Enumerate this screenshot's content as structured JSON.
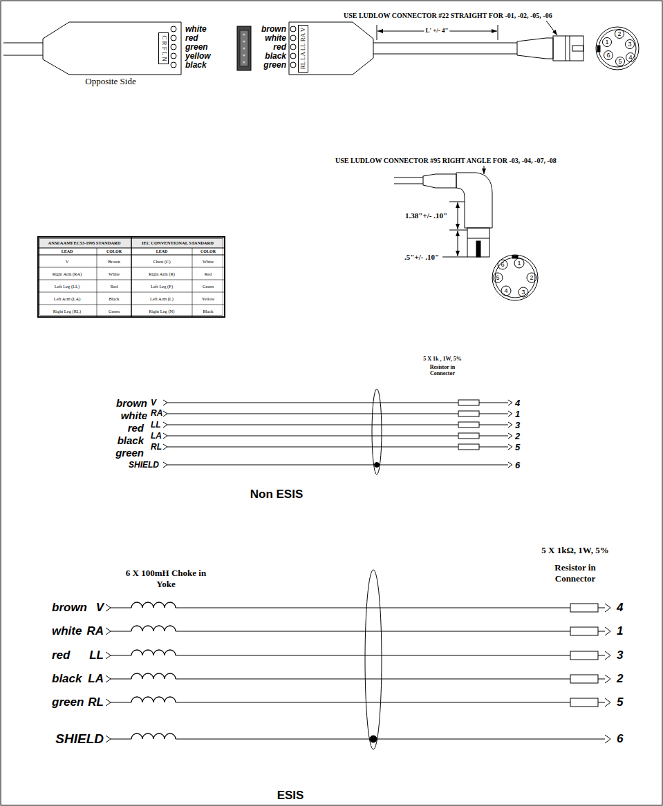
{
  "diagram": {
    "nodes": [
      {
        "text": [
          "C R F L N"
        ]
      },
      {
        "text": [
          "RL LA LL RA V"
        ]
      }
    ],
    "labels": [
      "USE LUDLOW CONNECTOR #22 STRAIGHT FOR -01, -02, -05, -06",
      "white",
      "red",
      "green",
      "yellow",
      "black",
      "Opposite Side",
      "brown",
      "white",
      "red",
      "black",
      "green",
      "L' +/- 4\"",
      "1",
      "2",
      "3",
      "4",
      "5",
      "6",
      "USE LUDLOW CONNECTOR #95 RIGHT ANGLE FOR -03, -04, -07, -08",
      "1.38\"+/- .10\"",
      ".5\"+/- .10\"",
      "1",
      "2",
      "3",
      "4",
      "5",
      "6",
      "ANSI/AAMI EC53-1995 STANDARD",
      "IEC CONVENTIONAL STANDARD",
      "LEAD",
      "COLOR",
      "LEAD",
      "COLOR",
      "V",
      "Brown",
      "Chest (C)",
      "White",
      "Right Arm (RA)",
      "White",
      "Right Arm (R)",
      "Red",
      "Left Leg (LL)",
      "Red",
      "Left Leg (F)",
      "Green",
      "Left Arm (LA)",
      "Black",
      "Left Arm (L)",
      "Yellow",
      "Right Leg (RL)",
      "Green",
      "Right Leg (N)",
      "Black",
      "5 X 1k , 1W, 5%",
      "Resistor in Connector",
      "brown",
      "V",
      "white",
      "RA",
      "red",
      "LL",
      "LA",
      "black",
      "RL",
      "green",
      "SHIELD",
      "4",
      "1",
      "3",
      "2",
      "5",
      "6",
      "Non ESIS",
      "5 X 1kΩ, 1W, 5%",
      "Resistor in Connector",
      "6 X 100mH Choke in Yoke",
      "brown",
      "V",
      "white",
      "RA",
      "red",
      "LL",
      "black",
      "LA",
      "green",
      "RL",
      "SHIELD",
      "4",
      "1",
      "3",
      "2",
      "5",
      "6",
      "ESIS"
    ]
  }
}
